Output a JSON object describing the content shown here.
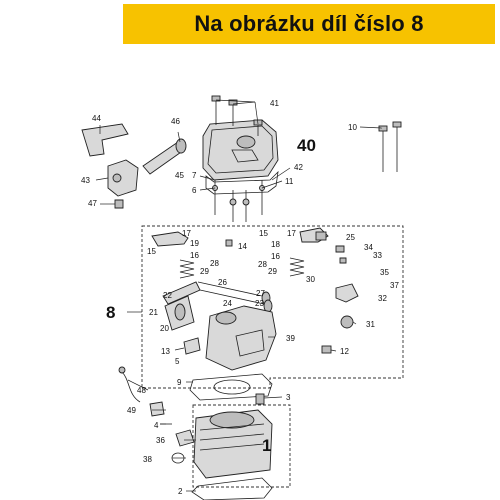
{
  "banner": {
    "text": "Na obrázku díl číslo 8",
    "color": "#f7c200"
  },
  "callouts": {
    "c1": "1",
    "c2": "2",
    "c3": "3",
    "c4": "4",
    "c5": "5",
    "c6": "6",
    "c7": "7",
    "c8": "8",
    "c9": "9",
    "c10": "10",
    "c11": "11",
    "c12": "12",
    "c13": "13",
    "c14": "14",
    "c15a": "15",
    "c15b": "15",
    "c16a": "16",
    "c16b": "16",
    "c17a": "17",
    "c17b": "17",
    "c18": "18",
    "c19": "19",
    "c20": "20",
    "c21": "21",
    "c22": "22",
    "c23": "23",
    "c24": "24",
    "c25": "25",
    "c26": "26",
    "c27": "27",
    "c28a": "28",
    "c28b": "28",
    "c29a": "29",
    "c29b": "29",
    "c30": "30",
    "c31": "31",
    "c32": "32",
    "c33": "33",
    "c34": "34",
    "c35": "35",
    "c36": "36",
    "c37": "37",
    "c38": "38",
    "c39": "39",
    "c40": "40",
    "c41": "41",
    "c42": "42",
    "c43": "43",
    "c44": "44",
    "c45": "45",
    "c46": "46",
    "c47": "47",
    "c48": "48",
    "c49": "49"
  }
}
